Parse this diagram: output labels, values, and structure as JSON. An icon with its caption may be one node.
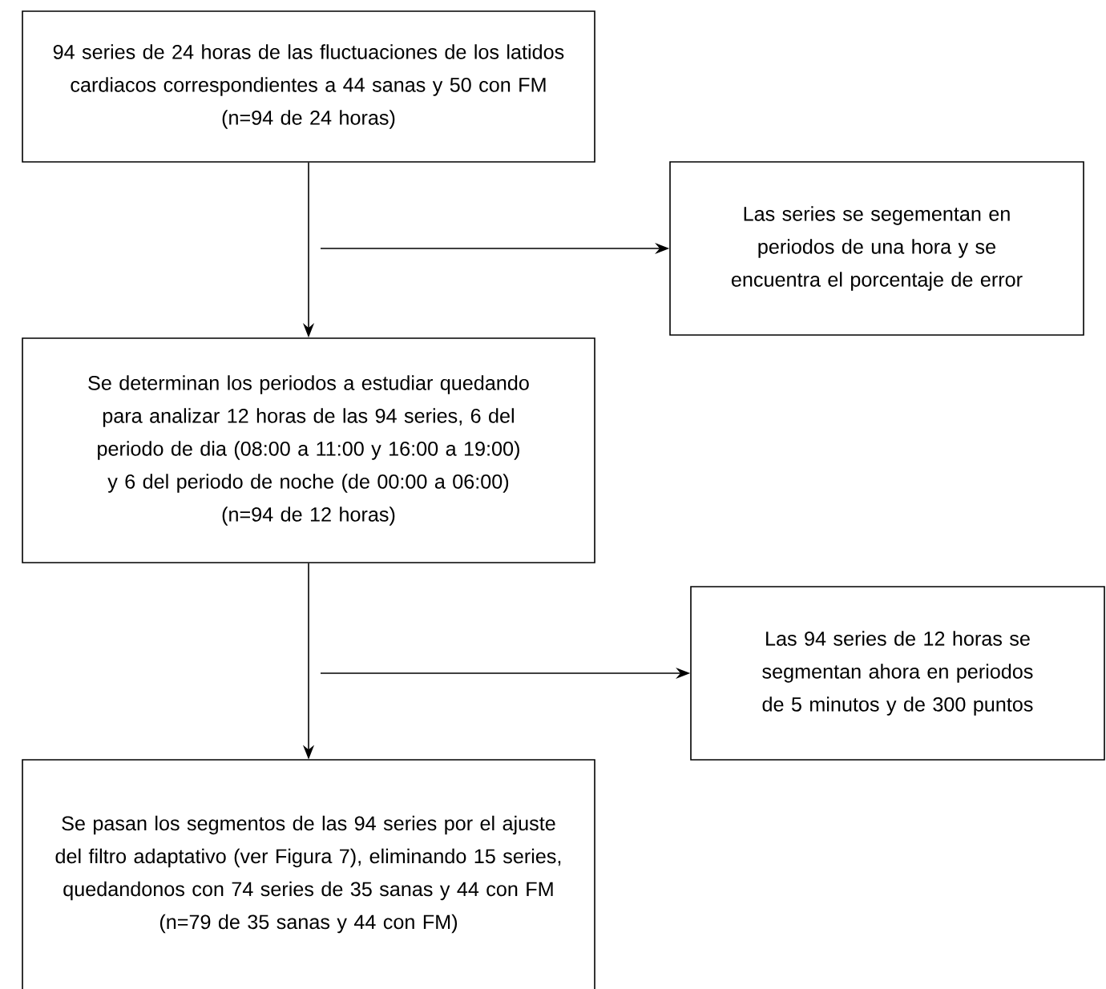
{
  "diagram": {
    "nodes": [
      {
        "text": [
          "94 series de 24 horas de las fluctuaciones de los latidos cardiacos correspondientes a 44 sanas y 50 con FM",
          "(n=94 de 24 horas)"
        ]
      },
      {
        "text": [
          "Las series se segementan en periodos de una hora y se encuentra el porcentaje de error"
        ]
      },
      {
        "text": [
          "Se determinan los periodos a estudiar quedando para analizar 12 horas de las 94 series, 6 del periodo de dia (08:00 a 11:00 y 16:00 a 19:00) y 6 del periodo de noche (de 00:00 a 06:00)",
          "(n=94 de 12 horas)"
        ]
      },
      {
        "text": [
          "Las 94 series de 12 horas se segmentan ahora en periodos de 5 minutos y de 300 puntos"
        ]
      },
      {
        "text": [
          "Se pasan los segmentos de las 94 series por el ajuste del filtro adaptativo (ver Figura 7), eliminando 15 series, quedandonos con 74 series de 35 sanas y 44 con FM",
          "(n=79 de 35 sanas y 44 con FM)"
        ]
      }
    ],
    "edges": [
      {
        "from": 0,
        "to": 2,
        "arrow": "to"
      },
      {
        "from": null,
        "to": 1,
        "arrow": "to"
      },
      {
        "from": 2,
        "to": 4,
        "arrow": "to"
      },
      {
        "from": null,
        "to": 3,
        "arrow": "to"
      }
    ]
  }
}
